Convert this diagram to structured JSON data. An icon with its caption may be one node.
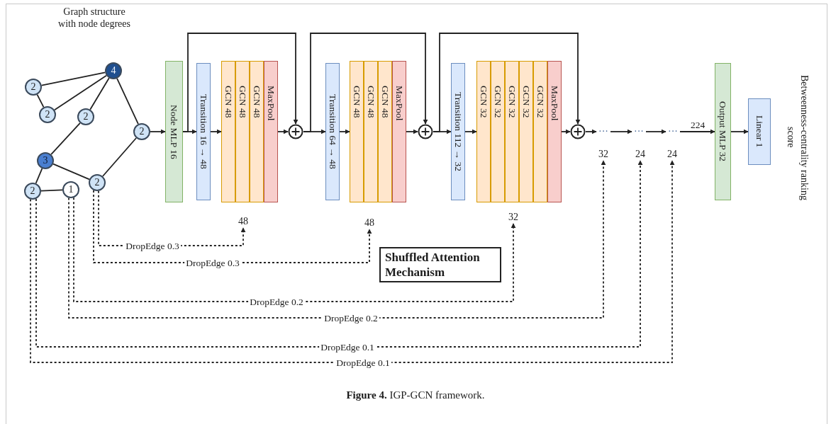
{
  "diagram": {
    "caption": "**Figure 4.** IGP-GCN framework.",
    "nodes": [
      {
        "text": [
          "2"
        ]
      },
      {
        "text": [
          "4"
        ]
      },
      {
        "text": [
          "2"
        ]
      },
      {
        "text": [
          "2"
        ]
      },
      {
        "text": [
          "2"
        ]
      },
      {
        "text": [
          "3"
        ]
      },
      {
        "text": [
          "2"
        ]
      },
      {
        "text": [
          "2"
        ]
      },
      {
        "text": [
          "1"
        ]
      },
      {
        "text": [
          "Node MLP 16"
        ]
      },
      {
        "text": [
          "Transition 16 → 48"
        ]
      },
      {
        "text": [
          "GCN 48"
        ]
      },
      {
        "text": [
          "GCN 48"
        ]
      },
      {
        "text": [
          "GCN 48"
        ]
      },
      {
        "text": [
          "MaxPool"
        ]
      },
      {
        "text": [
          "48"
        ]
      },
      {
        "text": [],
        "shape": "circle"
      },
      {
        "text": [
          "Transition 64 → 48"
        ]
      },
      {
        "text": [
          "GCN 48"
        ]
      },
      {
        "text": [
          "GCN 48"
        ]
      },
      {
        "text": [
          "GCN 48"
        ]
      },
      {
        "text": [
          "MaxPool"
        ]
      },
      {
        "text": [
          "48"
        ]
      },
      {
        "text": [],
        "shape": "circle"
      },
      {
        "text": [
          "Transition 112 → 32"
        ]
      },
      {
        "text": [
          "GCN 32"
        ]
      },
      {
        "text": [
          "GCN 32"
        ]
      },
      {
        "text": [
          "GCN 32"
        ]
      },
      {
        "text": [
          "GCN 32"
        ]
      },
      {
        "text": [
          "GCN 32"
        ]
      },
      {
        "text": [
          "MaxPool"
        ]
      },
      {
        "text": [
          "32"
        ]
      },
      {
        "text": [],
        "shape": "circle"
      },
      {
        "text": [
          "···"
        ]
      },
      {
        "text": [
          "···"
        ]
      },
      {
        "text": [
          "···"
        ]
      },
      {
        "text": [
          "32"
        ]
      },
      {
        "text": [
          "24"
        ]
      },
      {
        "text": [
          "24"
        ]
      },
      {
        "text": [
          "Output MLP 32"
        ]
      },
      {
        "text": [
          "Linear 1"
        ]
      },
      {
        "text": [
          "Shuffled Attention Mechanism"
        ]
      }
    ],
    "edges": [
      {
        "from": 0,
        "to": 1,
        "arrow": "none"
      },
      {
        "from": 0,
        "to": 2,
        "arrow": "none"
      },
      {
        "from": 2,
        "to": 1,
        "arrow": "none"
      },
      {
        "from": 3,
        "to": 1,
        "arrow": "none"
      },
      {
        "from": 1,
        "to": 4,
        "arrow": "none"
      },
      {
        "from": 3,
        "to": 5,
        "arrow": "none"
      },
      {
        "from": 5,
        "to": 6,
        "arrow": "none"
      },
      {
        "from": 6,
        "to": 4,
        "arrow": "none"
      },
      {
        "from": 5,
        "to": 7,
        "arrow": "none"
      },
      {
        "from": 7,
        "to": 8,
        "arrow": "none"
      },
      {
        "from": 4,
        "to": 9,
        "arrow": "to"
      },
      {
        "from": 9,
        "to": 10,
        "arrow": "to"
      },
      {
        "from": 10,
        "to": 11,
        "arrow": "to"
      },
      {
        "from": 14,
        "to": 16,
        "arrow": "to"
      },
      {
        "from": 16,
        "to": 17,
        "arrow": "to"
      },
      {
        "from": 17,
        "to": 18,
        "arrow": "to"
      },
      {
        "from": 21,
        "to": 23,
        "arrow": "to"
      },
      {
        "from": 23,
        "to": 24,
        "arrow": "to"
      },
      {
        "from": 24,
        "to": 25,
        "arrow": "to"
      },
      {
        "from": 30,
        "to": 32,
        "arrow": "to"
      },
      {
        "from": 32,
        "to": 33,
        "arrow": "to"
      },
      {
        "from": 33,
        "to": 34,
        "arrow": "to"
      },
      {
        "from": 34,
        "to": 35,
        "arrow": "to"
      },
      {
        "from": 35,
        "to": 39,
        "arrow": "to",
        "label": "224"
      },
      {
        "from": 39,
        "to": 40,
        "arrow": "to"
      },
      {
        "from": 9,
        "to": 16,
        "arrow": "to"
      },
      {
        "from": 16,
        "to": 23,
        "arrow": "to"
      },
      {
        "from": 23,
        "to": 32,
        "arrow": "to"
      },
      {
        "from": 6,
        "to": 15,
        "arrow": "to",
        "label": "DropEdge 0.3",
        "style": "dashed"
      },
      {
        "from": 6,
        "to": 22,
        "arrow": "to",
        "label": "DropEdge 0.3",
        "style": "dashed"
      },
      {
        "from": 8,
        "to": 31,
        "arrow": "to",
        "label": "DropEdge 0.2",
        "style": "dashed"
      },
      {
        "from": 8,
        "to": 36,
        "arrow": "to",
        "label": "DropEdge 0.2",
        "style": "dashed"
      },
      {
        "from": 7,
        "to": 37,
        "arrow": "to",
        "label": "DropEdge 0.1",
        "style": "dashed"
      },
      {
        "from": 7,
        "to": 38,
        "arrow": "to",
        "label": "DropEdge 0.1",
        "style": "dashed"
      }
    ],
    "labels": [
      "Graph structure with node degrees",
      "Betweenness-centrality ranking score"
    ]
  }
}
